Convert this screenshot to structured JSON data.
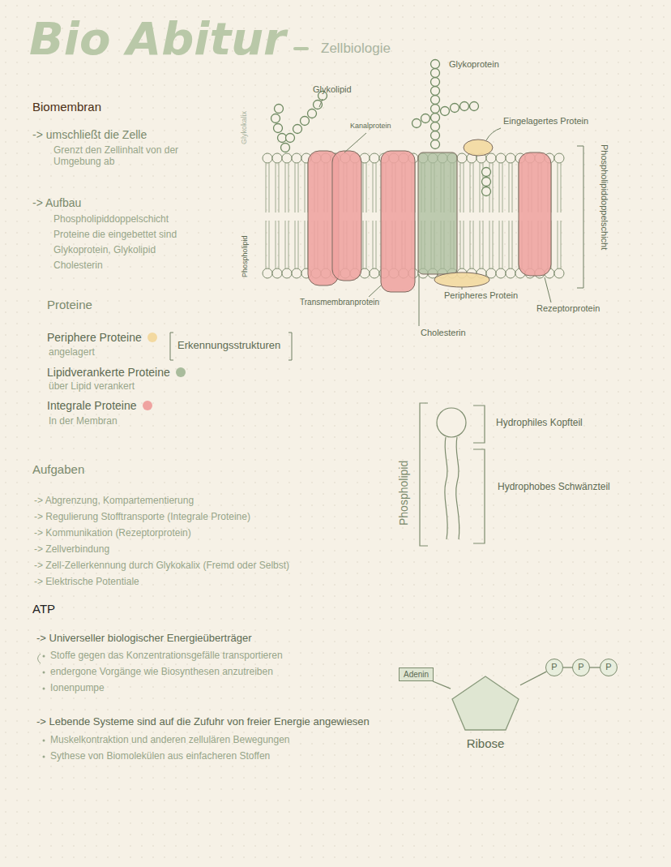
{
  "diagram": {
    "title": "Bio Abitur",
    "nodes": [
      {
        "text": [
          "Adenin"
        ]
      },
      {
        "text": [
          "Ribose"
        ]
      },
      {
        "text": [
          "P"
        ]
      },
      {
        "text": [
          "P"
        ]
      },
      {
        "text": [
          "P"
        ]
      }
    ],
    "edges": [
      {
        "from": 0,
        "to": 1,
        "arrow": "none"
      },
      {
        "from": 1,
        "to": 2,
        "arrow": "none"
      },
      {
        "from": 2,
        "to": 3,
        "arrow": "none"
      },
      {
        "from": 3,
        "to": 4,
        "arrow": "none"
      }
    ],
    "labels": [
      "Zellbiologie",
      "Biomembran",
      "-> umschließt die Zelle",
      "Grenzt den Zellinhalt von der Umgebung ab",
      "-> Aufbau",
      "Phospholipiddoppelschicht",
      "Proteine die eingebettet sind",
      "Glykoprotein, Glykolipid",
      "Cholesterin",
      "Proteine",
      "angelagert",
      "über Lipid verankert",
      "In der Membran",
      "Erkennungsstrukturen",
      "Aufgaben",
      "-> Abgrenzung, Kompartementierung",
      "-> Regulierung Stofftransporte (Integrale Proteine)",
      "-> Kommunikation (Rezeptorprotein)",
      "-> Zellverbindung",
      "-> Zell-Zellerkennung durch Glykokalix (Fremd oder Selbst)",
      "-> Elektrische Potentiale",
      "ATP",
      "-> Universeller biologischer Energieüberträger",
      "Stoffe gegen das Konzentrationsgefälle transportieren",
      "endergone Vorgänge wie Biosynthesen anzutreiben",
      "Ionenpumpe",
      "-> Lebende Systeme sind auf die Zufuhr von freier Energie angewiesen",
      "Muskelkontraktion und anderen zellulären Bewegungen",
      "Sythese von Biomolekülen aus einfacheren Stoffen",
      "Glykoprotein",
      "Glykolipid",
      "Glykokalix",
      "Kanalprotein",
      "Eingelagertes Protein",
      "Phospholipiddoppelschicht",
      "Phospholipid",
      "Transmembranprotein",
      "Peripheres Protein",
      "Rezeptorprotein",
      "Cholesterin",
      "Hydrophiles Kopfteil",
      "Phospholipid",
      "Hydrophobes Schwänzteil"
    ],
    "legend": [
      {
        "text": "Periphere Proteine",
        "color": "#f3d9a0"
      },
      {
        "text": "Lipidverankerte Proteine",
        "color": "#a9bc9c"
      },
      {
        "text": "Integrale Proteine",
        "color": "#efa3a0"
      }
    ]
  }
}
